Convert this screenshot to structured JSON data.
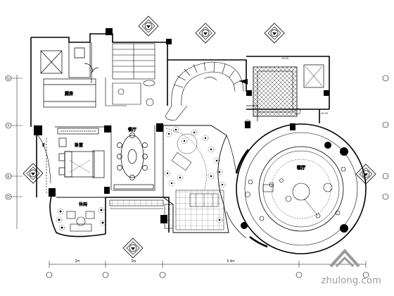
{
  "drawing": {
    "line_color": "#000000",
    "background": "#ffffff",
    "watermark_color": "#9a9a9a"
  },
  "room_labels": {
    "kitchen": "厨房",
    "dining": "餐厅",
    "bedroom": "卧室",
    "bedroom_sub": "F",
    "lounge": "休闲",
    "living": "客厅"
  },
  "axis_labels": {
    "row_top": "G",
    "row_2": "F",
    "row_3": "E",
    "row_4": "D",
    "dim_left": "2m",
    "dim_mid": "3m",
    "dim_right": "5.4m"
  },
  "notes": {
    "elev_note_1": "±0.00",
    "elev_note_2": "▲±0.00"
  },
  "watermark": {
    "text": "zhulong.com",
    "mark_icon": "zhulong-logo-icon"
  }
}
